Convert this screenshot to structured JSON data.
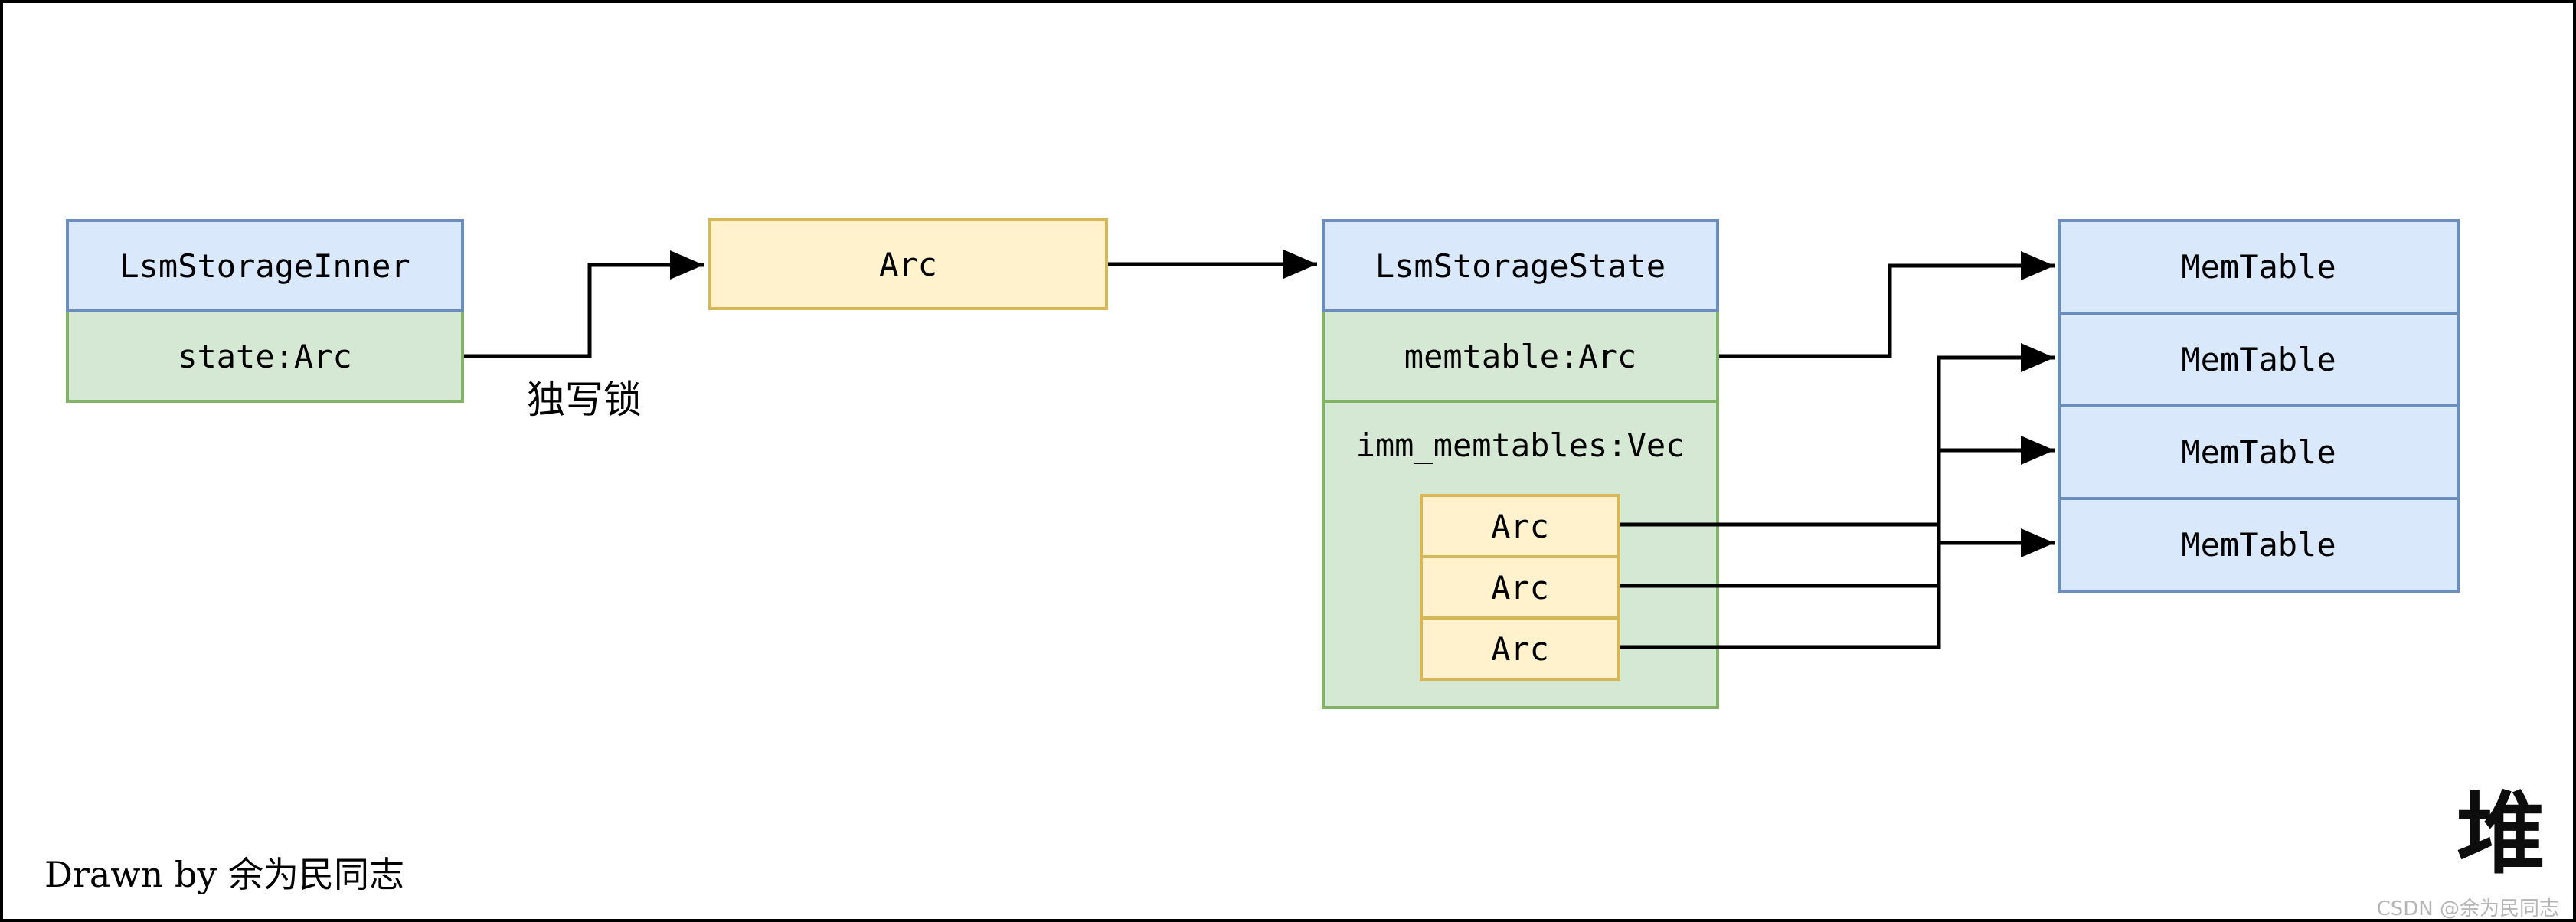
{
  "diagram": {
    "nodes": {
      "lsm_storage_inner": {
        "title": "LsmStorageInner",
        "field": "state:Arc"
      },
      "arc_pointer": {
        "label": "Arc"
      },
      "lsm_storage_state": {
        "title": "LsmStorageState",
        "memtable_field": "memtable:Arc",
        "imm_field": "imm_memtables:Vec",
        "arc_items": [
          "Arc",
          "Arc",
          "Arc"
        ]
      },
      "memtables": [
        "MemTable",
        "MemTable",
        "MemTable",
        "MemTable"
      ]
    },
    "edge_label": "独写锁",
    "colors": {
      "blue_fill": "#dae8fc",
      "blue_border": "#6c8ebf",
      "green_fill": "#d5e8d4",
      "green_border": "#82b366",
      "yellow_fill": "#fff2cc",
      "yellow_border": "#d6b656",
      "line": "#000000"
    }
  },
  "footer": {
    "credit": "Drawn by 余为民同志",
    "heap_label": "堆",
    "watermark": "CSDN @余为民同志"
  }
}
